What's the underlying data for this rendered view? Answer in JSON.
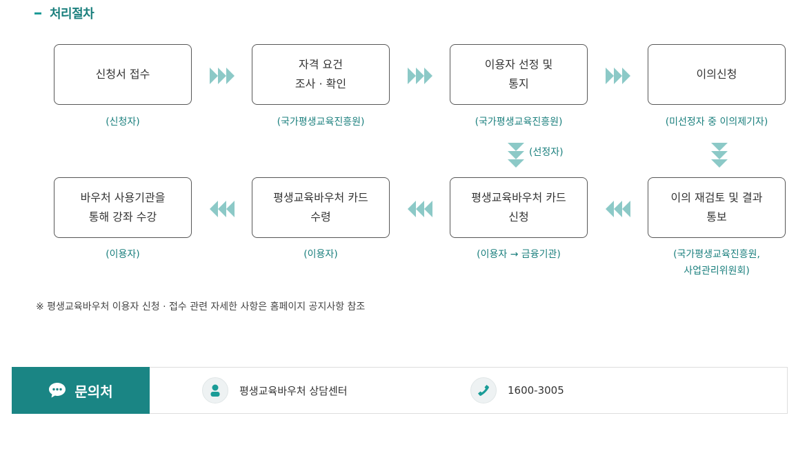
{
  "section_title": "처리절차",
  "steps_row1": [
    {
      "label": "신청서 접수",
      "who": "(신청자)"
    },
    {
      "label": "자격 요건\n조사 · 확인",
      "who": "(국가평생교육진흥원)"
    },
    {
      "label": "이용자 선정 및\n통지",
      "who": "(국가평생교육진흥원)"
    },
    {
      "label": "이의신청",
      "who": "(미선정자 중 이의제기자)"
    }
  ],
  "steps_row2": [
    {
      "label": "바우처 사용기관을\n통해 강좌 수강",
      "who": "(이용자)"
    },
    {
      "label": "평생교육바우처 카드\n수령",
      "who": "(이용자)"
    },
    {
      "label": "평생교육바우처 카드\n신청",
      "who": "(이용자 → 금융기관)"
    },
    {
      "label": "이의 재검토 및 결과\n통보",
      "who": "(국가평생교육진흥원,\n사업관리위원회)"
    }
  ],
  "down_arrow_label": "(선정자)",
  "note": "※ 평생교육바우처 이용자 신청 · 접수 관련 자세한 사항은 홈페이지 공지사항 참조",
  "contact": {
    "title": "문의처",
    "center_name": "평생교육바우처 상담센터",
    "phone": "1600-3005"
  },
  "colors": {
    "accent": "#1a7f7d",
    "header_bg": "#1a8584",
    "arrow": "#8cc9c7"
  }
}
